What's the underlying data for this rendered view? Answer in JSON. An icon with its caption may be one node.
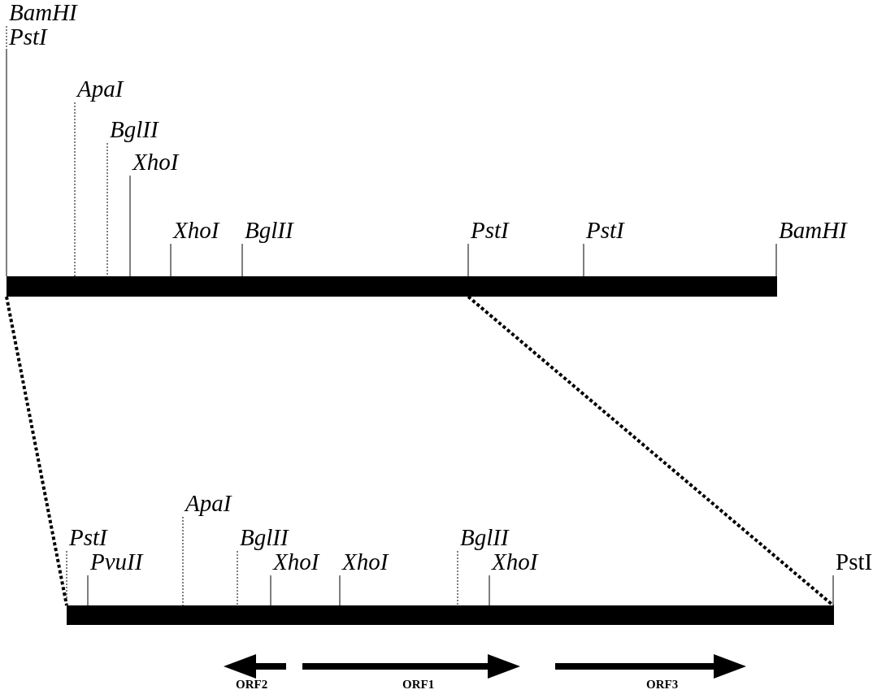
{
  "diagram": {
    "nodes": [
      {
        "text": [
          "BamHI"
        ]
      },
      {
        "text": [
          "PstI"
        ]
      },
      {
        "text": [
          "ApaI"
        ]
      },
      {
        "text": [
          "BglII"
        ]
      },
      {
        "text": [
          "XhoI"
        ]
      },
      {
        "text": [
          "XhoI"
        ]
      },
      {
        "text": [
          "BglII"
        ]
      },
      {
        "text": [
          "PstI"
        ]
      },
      {
        "text": [
          "PstI"
        ]
      },
      {
        "text": [
          "BamHI"
        ]
      },
      {
        "text": [],
        "shape": "bar"
      },
      {
        "text": [
          "ApaI"
        ]
      },
      {
        "text": [
          "PstI"
        ]
      },
      {
        "text": [
          "BglII"
        ]
      },
      {
        "text": [
          "BglII"
        ]
      },
      {
        "text": [
          "PvuII"
        ]
      },
      {
        "text": [
          "XhoI"
        ]
      },
      {
        "text": [
          "XhoI"
        ]
      },
      {
        "text": [
          "XhoI"
        ]
      },
      {
        "text": [
          "PstI"
        ]
      },
      {
        "text": [],
        "shape": "bar"
      }
    ],
    "edges": [
      {
        "from": 0,
        "to": 10,
        "arrow": "none",
        "style": "dashed"
      },
      {
        "from": 1,
        "to": 10,
        "arrow": "none",
        "style": "dashed"
      },
      {
        "from": 2,
        "to": 10,
        "arrow": "none",
        "style": "dashed"
      },
      {
        "from": 3,
        "to": 10,
        "arrow": "none",
        "style": "dashed"
      },
      {
        "from": 4,
        "to": 10,
        "arrow": "none"
      },
      {
        "from": 5,
        "to": 10,
        "arrow": "none"
      },
      {
        "from": 6,
        "to": 10,
        "arrow": "none"
      },
      {
        "from": 7,
        "to": 10,
        "arrow": "none"
      },
      {
        "from": 8,
        "to": 10,
        "arrow": "none"
      },
      {
        "from": 9,
        "to": 10,
        "arrow": "none"
      },
      {
        "from": 10,
        "to": 20,
        "arrow": "none",
        "style": "dashed"
      },
      {
        "from": 10,
        "to": 20,
        "arrow": "none",
        "style": "dashed"
      },
      {
        "from": 11,
        "to": 20,
        "arrow": "none",
        "style": "dashed"
      },
      {
        "from": 12,
        "to": 20,
        "arrow": "none",
        "style": "dashed"
      },
      {
        "from": 13,
        "to": 20,
        "arrow": "none",
        "style": "dashed"
      },
      {
        "from": 14,
        "to": 20,
        "arrow": "none",
        "style": "dashed"
      },
      {
        "from": 15,
        "to": 20,
        "arrow": "none"
      },
      {
        "from": 16,
        "to": 20,
        "arrow": "none"
      },
      {
        "from": 17,
        "to": 20,
        "arrow": "none"
      },
      {
        "from": 18,
        "to": 20,
        "arrow": "none"
      },
      {
        "from": 19,
        "to": 20,
        "arrow": "none"
      }
    ],
    "labels": [
      "ORF2",
      "ORF1",
      "ORF3"
    ]
  }
}
